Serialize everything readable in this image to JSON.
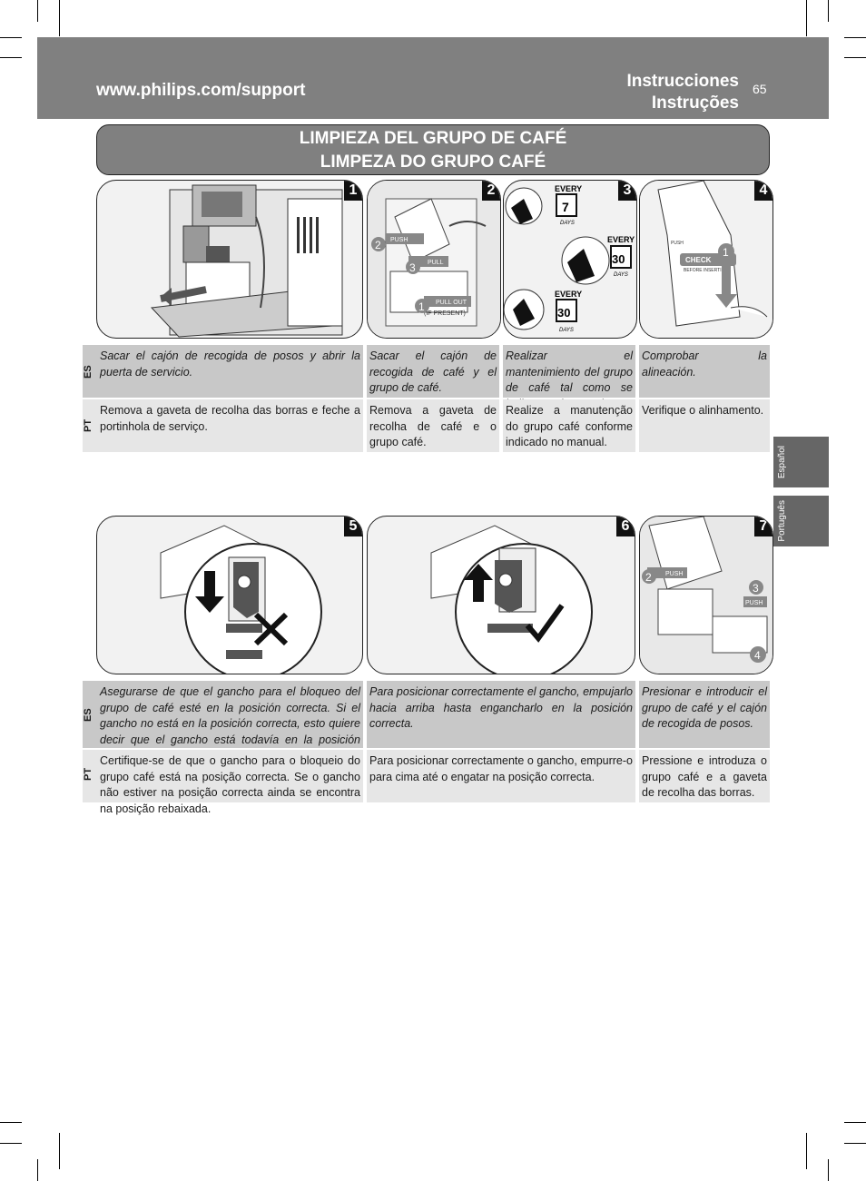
{
  "header": {
    "url": "www.philips.com/support",
    "title_es": "Instrucciones",
    "title_pt": "Instruções",
    "page_number": "65"
  },
  "section": {
    "title_es": "LIMPIEZA DEL GRUPO DE CAFÉ",
    "title_pt": "LIMPEZA DO GRUPO CAFÉ"
  },
  "side_tabs": {
    "es": "Español",
    "pt": "Português"
  },
  "lang_labels": {
    "es": "ES",
    "pt": "PT"
  },
  "steps": [
    {
      "number": "1"
    },
    {
      "number": "2"
    },
    {
      "number": "3"
    },
    {
      "number": "4"
    },
    {
      "number": "5"
    },
    {
      "number": "6"
    },
    {
      "number": "7"
    }
  ],
  "illustration_text": {
    "push": "PUSH",
    "pull": "PULL",
    "pull_out": "PULL OUT",
    "if_present": "(IF PRESENT)",
    "every": "EVERY",
    "days": "DAYS",
    "n7": "7",
    "n30": "30",
    "check": "CHECK",
    "before_inserting": "BEFORE INSERTING",
    "i1": "1",
    "i2": "2",
    "i3": "3",
    "i4": "4"
  },
  "row1": {
    "es": [
      "Sacar el cajón de recogida de posos y abrir la puerta de servicio.",
      "Sacar el cajón de recogida de café y el grupo de café.",
      "Realizar el mantenimiento del grupo de café tal como se indica en el manual.",
      "Comprobar la alineación."
    ],
    "pt": [
      "Remova a gaveta de recolha das borras e feche a portinhola de serviço.",
      "Remova a gaveta de recolha de café e o grupo café.",
      "Realize a manutenção do grupo café conforme indicado no manual.",
      "Verifique o alinhamento."
    ]
  },
  "row2": {
    "es": [
      "Asegurarse de que el gancho para el bloqueo del grupo de café esté en la posición correcta. Si el gancho no está en la posición correcta, esto quiere decir que el gancho está todavía en la posición baja.",
      "Para posicionar correctamente el gancho, empujarlo hacia arriba hasta engancharlo en la posición correcta.",
      "Presionar e introducir el grupo de café y el cajón de recogida de posos."
    ],
    "pt": [
      "Certifique-se de que o gancho para o bloqueio do grupo café está na posição correcta. Se o gancho não estiver na posição correcta ainda se encontra na posição rebaixada.",
      "Para posicionar correctamente o gancho, empurre-o para cima até o engatar na posição correcta.",
      "Pressione e introduza o grupo café e a gaveta de recolha das borras."
    ]
  }
}
